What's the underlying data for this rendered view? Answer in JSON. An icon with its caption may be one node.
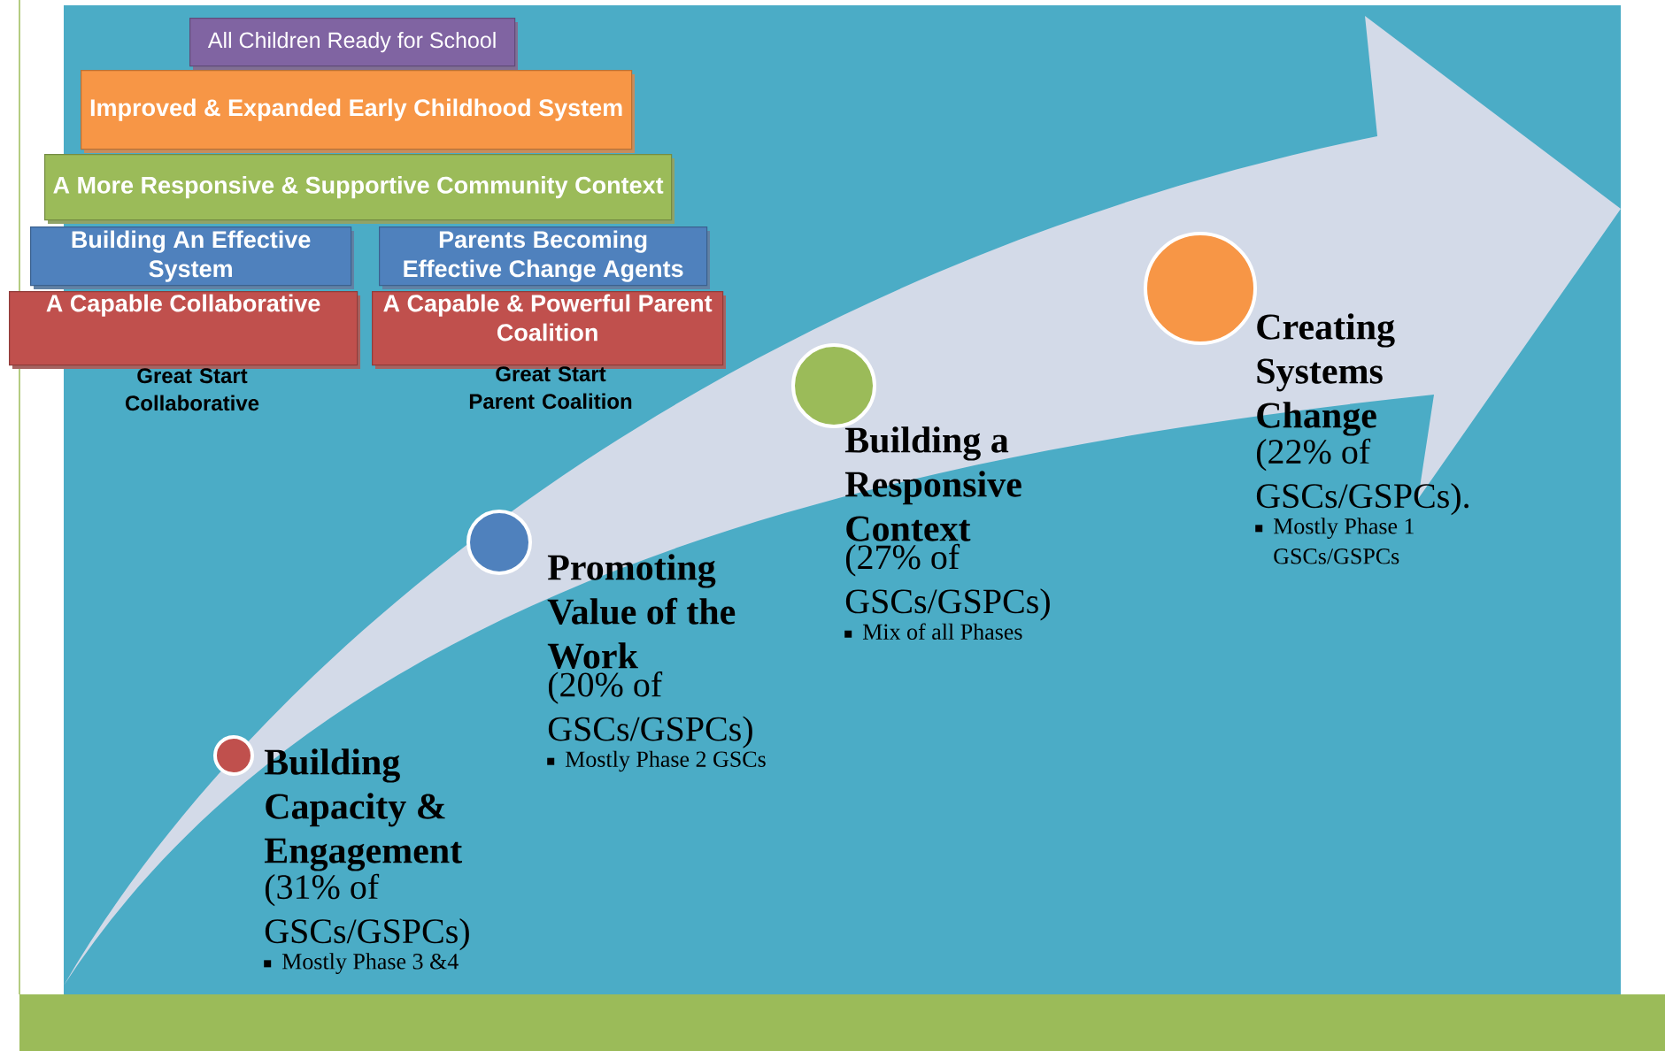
{
  "diagram": {
    "nodes": [
      {
        "text": [
          "All Children Ready for School"
        ]
      },
      {
        "text": [
          "Improved & Expanded Early Childhood System"
        ]
      },
      {
        "text": [
          "A More Responsive & Supportive Community Context"
        ]
      },
      {
        "text": [
          "Building An Effective System"
        ]
      },
      {
        "text": [
          "Parents Becoming Effective Change Agents"
        ]
      },
      {
        "text": [
          "A Capable Collaborative"
        ],
        "beside": [
          "Great Start Collaborative"
        ]
      },
      {
        "text": [
          "A Capable & Powerful Parent Coalition"
        ],
        "beside": [
          "Great Start Parent Coalition"
        ]
      },
      {
        "text": [],
        "shape": "circle",
        "beside": [
          "Building Capacity & Engagement",
          "(31% of GSCs/GSPCs)",
          "Mostly Phase 3 &4"
        ]
      },
      {
        "text": [],
        "shape": "circle",
        "beside": [
          "Promoting Value of the Work",
          "(20% of GSCs/GSPCs)",
          "Mostly Phase 2 GSCs"
        ]
      },
      {
        "text": [],
        "shape": "circle",
        "beside": [
          "Building a Responsive Context",
          "(27% of GSCs/GSPCs)",
          "Mix of all Phases"
        ]
      },
      {
        "text": [],
        "shape": "circle",
        "beside": [
          "Creating Systems Change",
          "(22% of GSCs/GSPCs).",
          "Mostly Phase 1 GSCs/GSPCs"
        ]
      }
    ]
  }
}
